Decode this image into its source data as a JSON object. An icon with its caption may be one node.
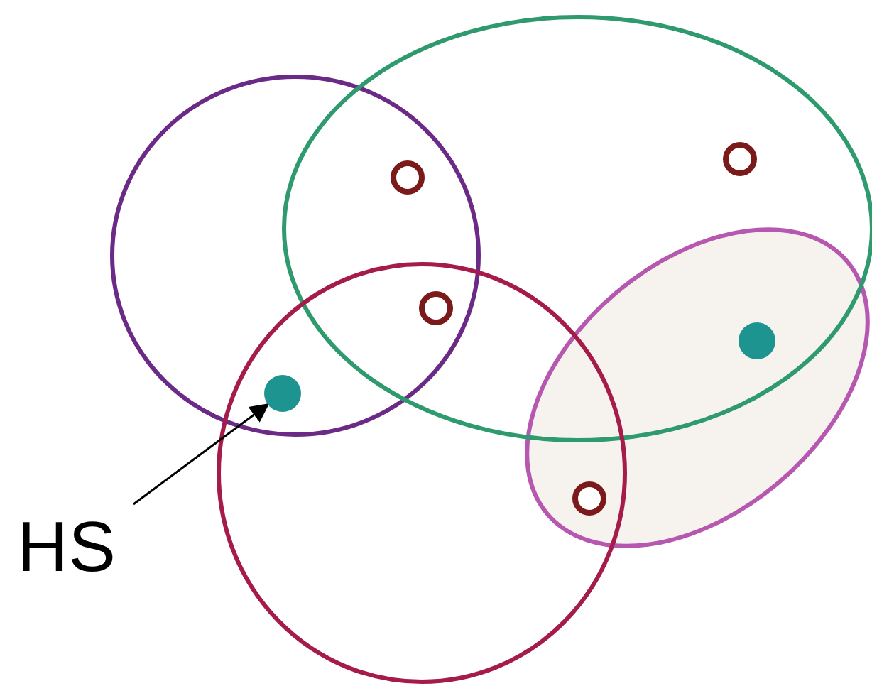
{
  "diagram": {
    "nodes": [
      {
        "text": [
          "HS"
        ]
      },
      {
        "text": [],
        "shape": "circle"
      }
    ],
    "edges": [
      {
        "from": 0,
        "to": 1,
        "arrow": "to"
      }
    ]
  }
}
